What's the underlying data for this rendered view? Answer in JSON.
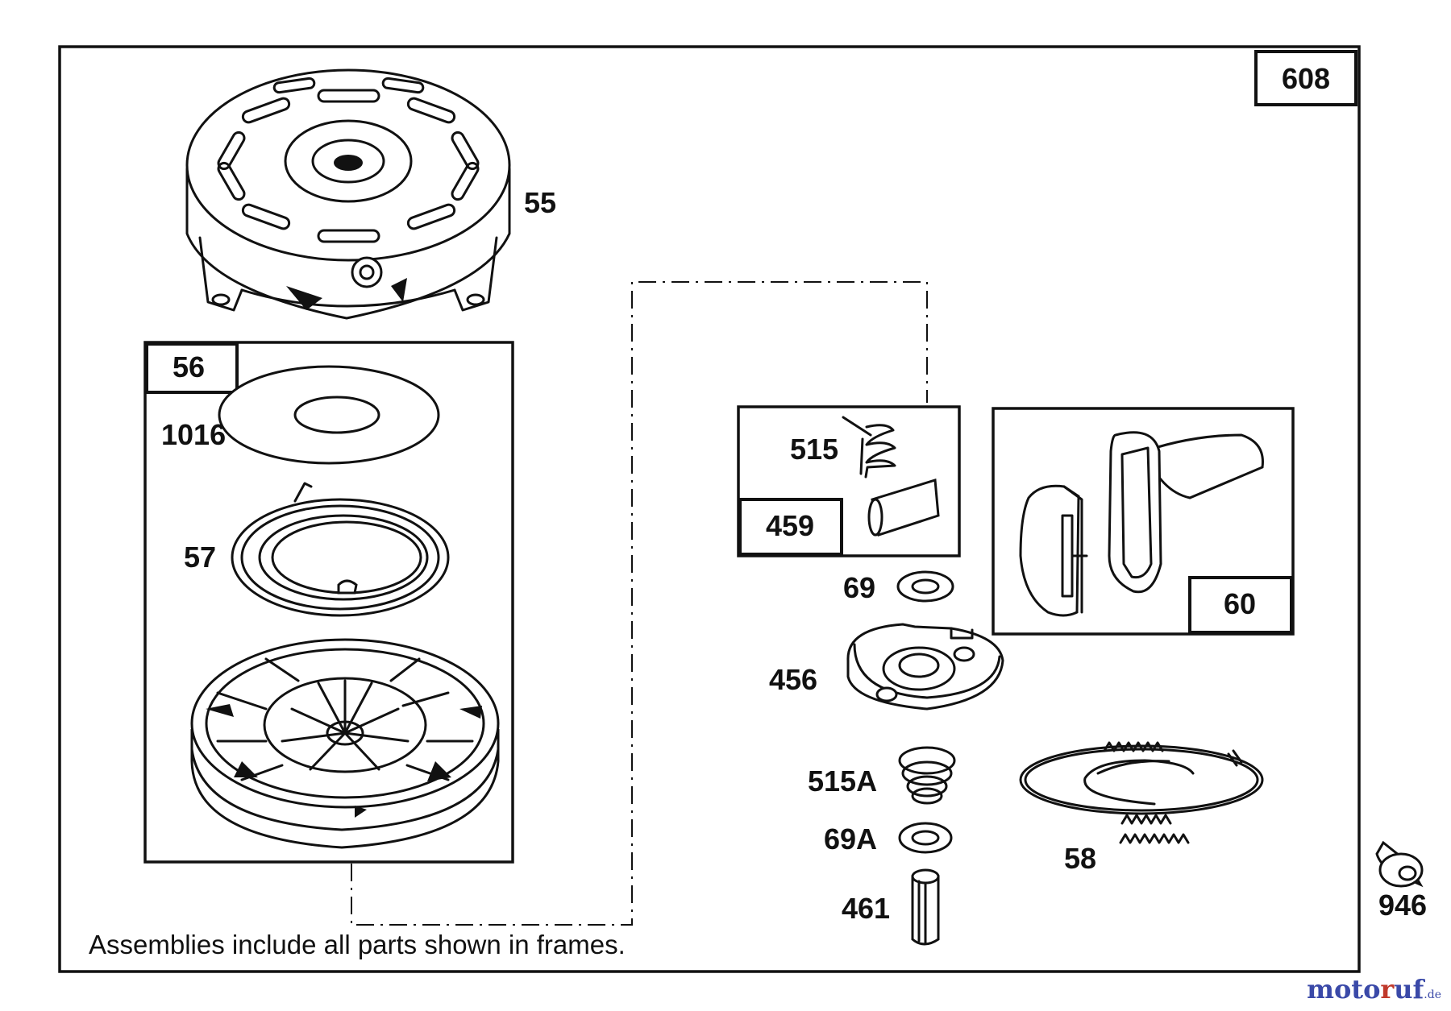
{
  "diagram": {
    "assembly_number": "608",
    "note": "Assemblies include all parts shown in frames.",
    "parts": {
      "p55": "55",
      "p56": "56",
      "p1016": "1016",
      "p57": "57",
      "p515": "515",
      "p459": "459",
      "p69": "69",
      "p456": "456",
      "p515a": "515A",
      "p69a": "69A",
      "p461": "461",
      "p60": "60",
      "p58": "58",
      "p946": "946"
    }
  },
  "watermark": {
    "main": "moto",
    "accent": "r",
    "rest": "uf",
    "tld": ".de"
  }
}
